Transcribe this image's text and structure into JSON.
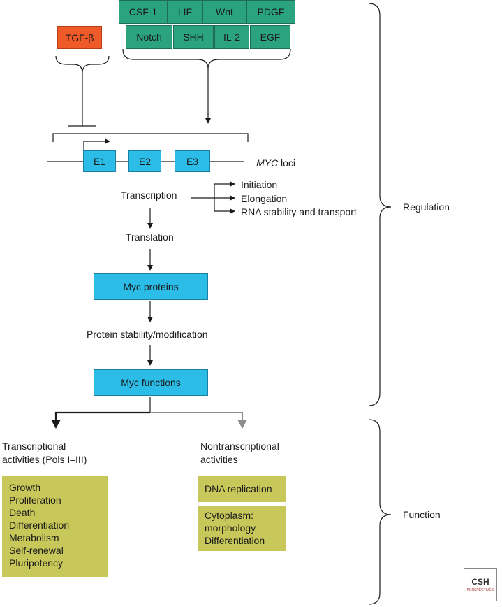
{
  "colors": {
    "signal": "#2aa37e",
    "inhibitor": "#f05a28",
    "myc": "#2bbde8",
    "activity": "#c8c75a"
  },
  "signals": {
    "row1": [
      "CSF-1",
      "LIF",
      "Wnt",
      "PDGF"
    ],
    "row2": [
      "Notch",
      "SHH",
      "IL-2",
      "EGF"
    ]
  },
  "inhibitor": "TGF-β",
  "gene": {
    "exons": [
      "E1",
      "E2",
      "E3"
    ],
    "name_italic": "MYC",
    "name_suffix": " loci"
  },
  "transcription": {
    "label": "Transcription",
    "steps": [
      "Initiation",
      "Elongation",
      "RNA stability and transport"
    ]
  },
  "translation": "Translation",
  "myc_proteins": "Myc proteins",
  "protein_stability": "Protein stability/modification",
  "myc_functions": "Myc functions",
  "transcriptional": {
    "heading": [
      "Transcriptional",
      "activities (Pols I–III)"
    ],
    "items": [
      "Growth",
      "Proliferation",
      "Death",
      "Differentiation",
      "Metabolism",
      "Self-renewal",
      "Pluripotency"
    ]
  },
  "nontranscriptional": {
    "heading": [
      "Nontranscriptional",
      "activities"
    ],
    "box1": "DNA replication",
    "box2": [
      "Cytoplasm:",
      "morphology",
      "Differentiation"
    ]
  },
  "braces": {
    "regulation": "Regulation",
    "function": "Function"
  },
  "logo": {
    "line1": "CSH",
    "line2": "PERSPECTIVES"
  }
}
